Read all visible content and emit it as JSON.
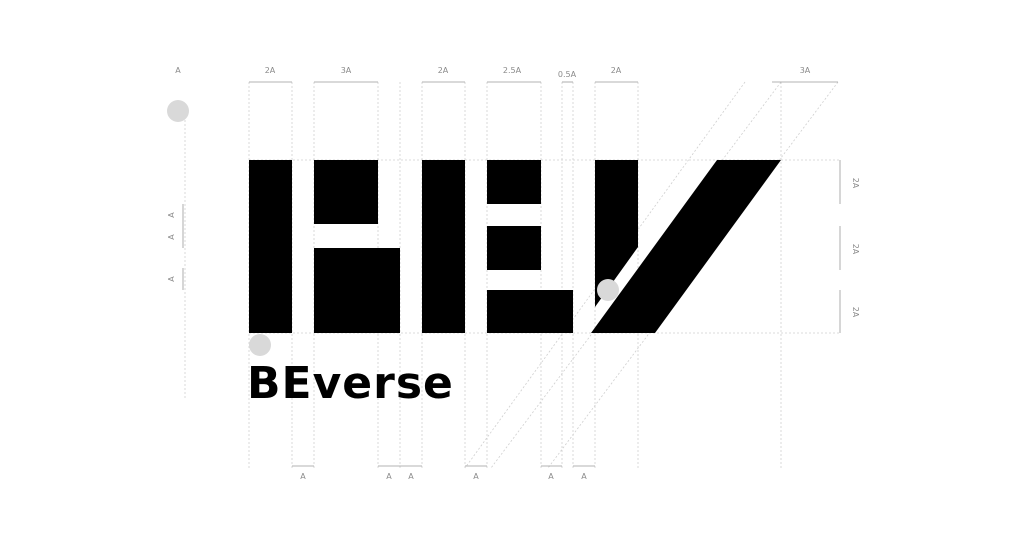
{
  "colors": {
    "ink": "#000000",
    "guide": "#cfcfcf",
    "label": "#8a8a8a",
    "dot": "#d9d9d9",
    "background": "#ffffff"
  },
  "logo": {
    "wordmark": "BEverse"
  },
  "top_labels": [
    "A",
    "2A",
    "3A",
    "2A",
    "2.5A",
    "0.5A",
    "2A",
    "3A"
  ],
  "bottom_labels": [
    "A",
    "A",
    "A",
    "A",
    "A",
    "A"
  ],
  "left_labels": [
    "A",
    "A",
    "A"
  ],
  "right_labels": [
    "2A",
    "2A",
    "2A"
  ]
}
